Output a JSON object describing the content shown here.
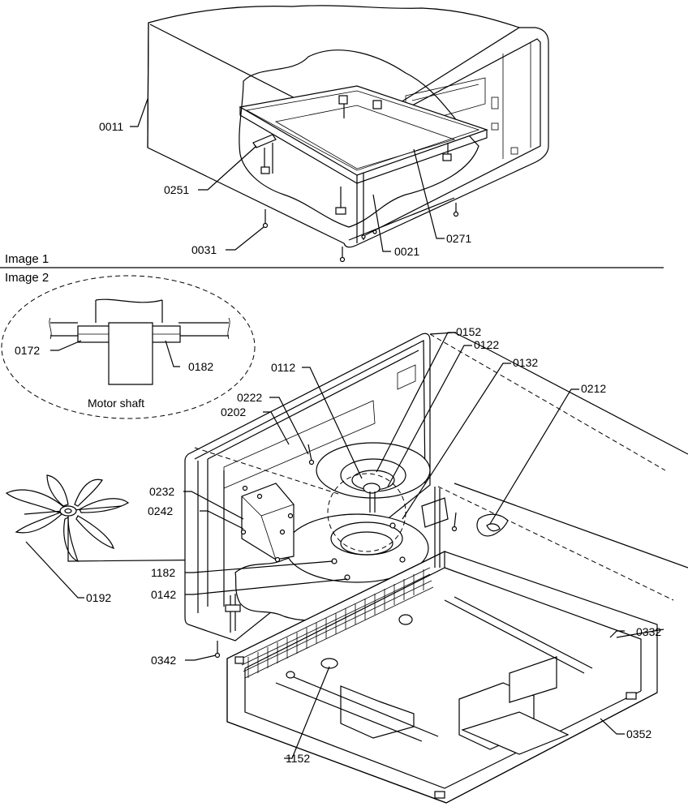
{
  "image1": {
    "caption": "Image 1",
    "parts": {
      "p0011": "0011",
      "p0251": "0251",
      "p0031": "0031",
      "p0021": "0021",
      "p0271": "0271"
    }
  },
  "image2": {
    "caption": "Image 2",
    "detail_caption": "Motor shaft",
    "parts": {
      "p0172": "0172",
      "p0182": "0182",
      "p0152": "0152",
      "p0122": "0122",
      "p0112": "0112",
      "p0132": "0132",
      "p0222": "0222",
      "p0202": "0202",
      "p0212": "0212",
      "p0232": "0232",
      "p0242": "0242",
      "p1182": "1182",
      "p0142": "0142",
      "p0192": "0192",
      "p0342": "0342",
      "p0332": "0332",
      "p0352": "0352",
      "p1152": "1152"
    }
  }
}
